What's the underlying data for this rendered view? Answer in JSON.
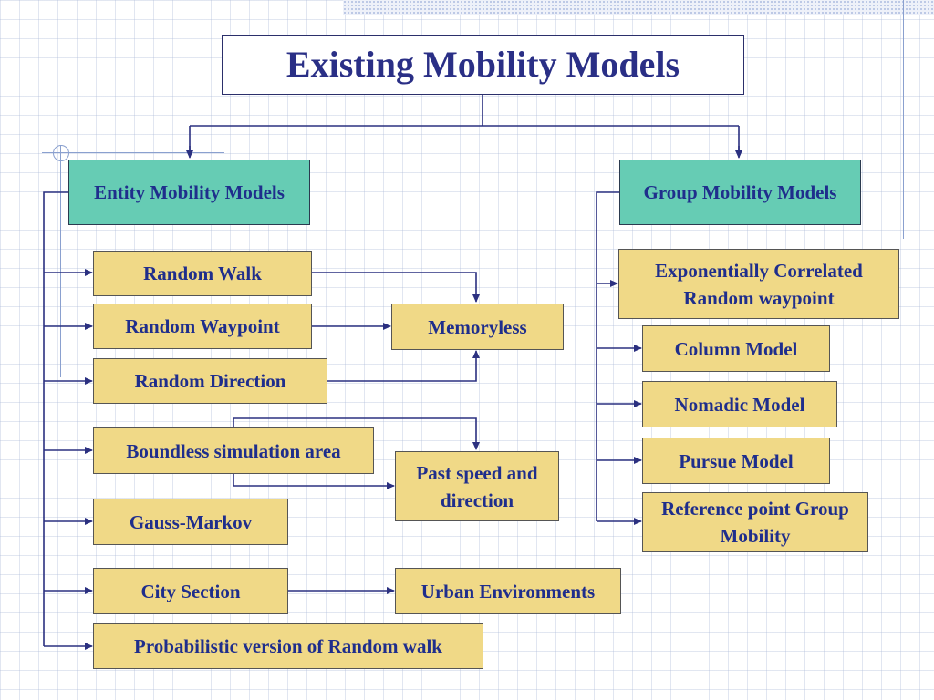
{
  "title": "Existing Mobility Models",
  "categories": {
    "entity": "Entity Mobility Models",
    "group": "Group Mobility Models"
  },
  "entity_models": {
    "random_walk": "Random Walk",
    "random_waypoint": "Random Waypoint",
    "random_direction": "Random Direction",
    "boundless": "Boundless simulation area",
    "gauss_markov": "Gauss-Markov",
    "city_section": "City Section",
    "probabilistic": "Probabilistic version of Random walk"
  },
  "properties": {
    "memoryless": "Memoryless",
    "past_speed": "Past speed and direction",
    "urban": "Urban Environments"
  },
  "group_models": {
    "ecrw": "Exponentially Correlated Random waypoint",
    "column": "Column Model",
    "nomadic": "Nomadic Model",
    "pursue": "Pursue Model",
    "rpgm": "Reference point Group Mobility"
  },
  "colors": {
    "text": "#1f2e8c",
    "category_fill": "#66ccb4",
    "item_fill": "#f0d987",
    "connector": "#2b3080"
  }
}
